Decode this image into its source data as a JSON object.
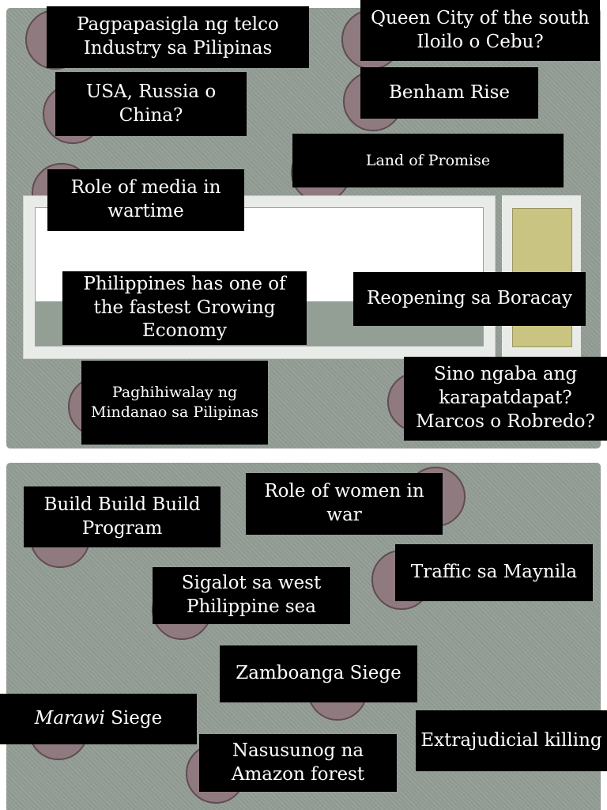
{
  "top_labels": [
    {
      "id": "telco",
      "text": "Pagpapasigla ng telco\nIndustry sa Pilipinas"
    },
    {
      "id": "queen-city",
      "text": "Queen City of the south\nIloilo o Cebu?"
    },
    {
      "id": "usa-russia-china",
      "text": "USA, Russia o\nChina?"
    },
    {
      "id": "benham-rise",
      "text": "Benham Rise"
    },
    {
      "id": "land-of-promise",
      "text": "Land of Promise"
    },
    {
      "id": "media-wartime",
      "text": "Role of media in\nwartime"
    },
    {
      "id": "fastest-economy",
      "text": "Philippines has one  of\nthe fastest  Growing\nEconomy"
    },
    {
      "id": "boracay",
      "text": "Reopening sa Boracay"
    },
    {
      "id": "mindanao",
      "text": "Paghihiwalay ng\nMindanao sa Pilipinas"
    },
    {
      "id": "marcos-robredo",
      "text": "Sino ngaba ang\nkarapatdapat?\nMarcos o Robredo?"
    }
  ],
  "bottom_labels": [
    {
      "id": "build-build-build",
      "text": "Build Build Build\nProgram"
    },
    {
      "id": "women-war",
      "text": "Role of women in\nwar"
    },
    {
      "id": "traffic",
      "text": "Traffic sa Maynila"
    },
    {
      "id": "west-ph-sea",
      "text": "Sigalot sa west\nPhilippine sea"
    },
    {
      "id": "zamboanga",
      "text": "Zamboanga Siege"
    },
    {
      "id": "marawi-italic",
      "text": "Marawi"
    },
    {
      "id": "marawi-rest",
      "text": " Siege"
    },
    {
      "id": "ejk",
      "text": "Extrajudicial killing"
    },
    {
      "id": "amazon",
      "text": "Nasusunog na\nAmazon forest"
    }
  ],
  "colors": {
    "slide_background": "#939e95",
    "circle": "#8f7a80",
    "label_background": "#000000",
    "label_text": "#ffffff",
    "side_panel": "#c9c481"
  }
}
